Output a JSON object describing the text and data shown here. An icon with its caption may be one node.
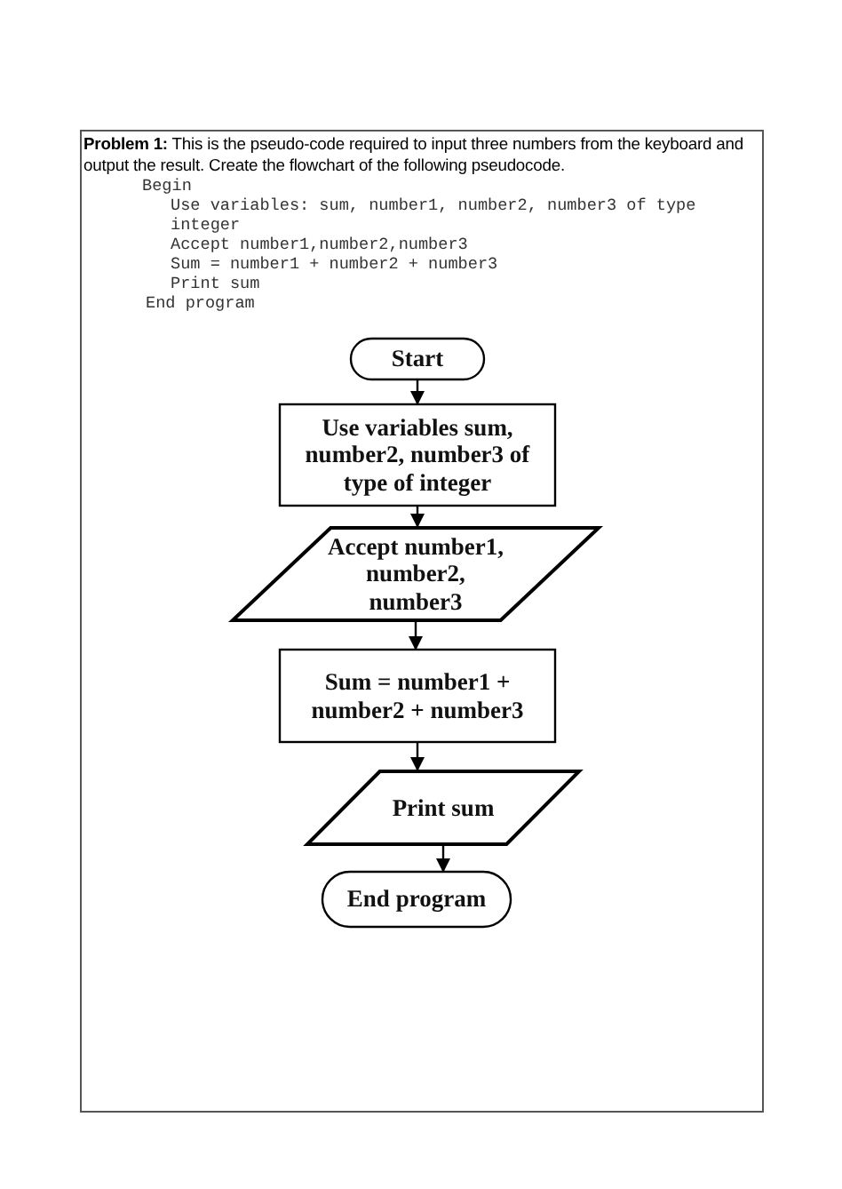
{
  "diagram": {
    "nodes": [
      {
        "text": [
          "Start"
        ]
      },
      {
        "text": [
          "Use variables sum, number2, number3 of type of integer"
        ]
      },
      {
        "text": [
          "Accept number1, number2, number3"
        ]
      },
      {
        "text": [
          "Sum = number1 + number2 + number3"
        ]
      },
      {
        "text": [
          "Print sum"
        ]
      },
      {
        "text": [
          "End program"
        ]
      }
    ],
    "edges": [
      {
        "from": 0,
        "to": 1,
        "arrow": "to"
      },
      {
        "from": 1,
        "to": 2,
        "arrow": "to"
      },
      {
        "from": 2,
        "to": 3,
        "arrow": "to"
      },
      {
        "from": 3,
        "to": 4,
        "arrow": "to"
      },
      {
        "from": 4,
        "to": 5,
        "arrow": "to"
      }
    ],
    "labels": [
      "**Problem 1:** This is the pseudo-code required to input three numbers from the keyboard and output the result. Create the flowchart of the following pseudocode.",
      "Begin",
      "Use variables: sum, number1, number2, number3 of type",
      "integer",
      "Accept number1,number2,number3",
      "Sum = number1 + number2 + number3",
      "Print sum",
      "End program"
    ]
  }
}
